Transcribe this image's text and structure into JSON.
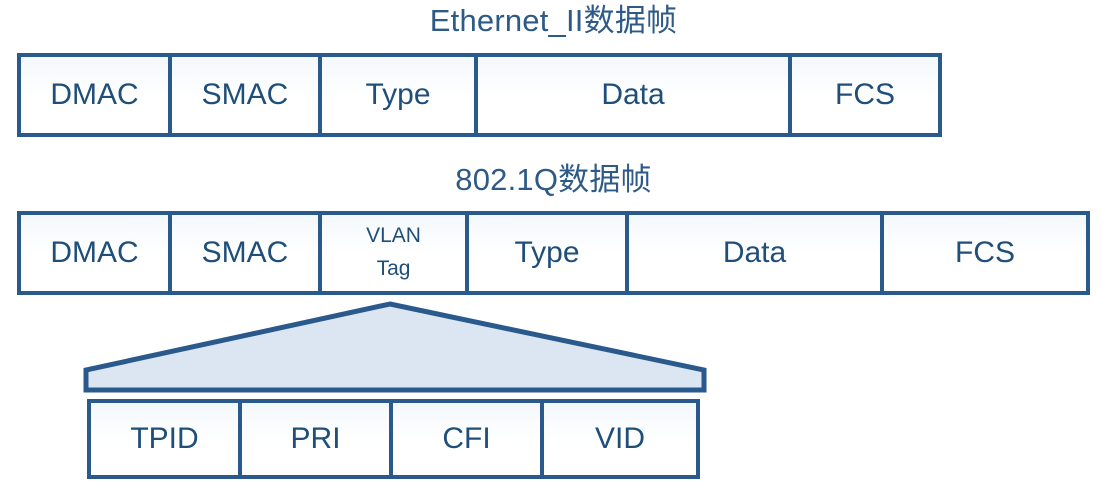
{
  "diagram": {
    "type": "network-frame-format",
    "palette": {
      "border": "#2A5A8C",
      "text": "#1F4E79",
      "title": "#2E5A87",
      "callout_fill": "#DCE6F2",
      "callout_stroke": "#2A5A8C",
      "cell_background": "#FFFFFF",
      "page_background": "#FFFFFF"
    },
    "ethernet_frame": {
      "title": "Ethernet_II数据帧",
      "fields": [
        {
          "label": "DMAC"
        },
        {
          "label": "SMAC"
        },
        {
          "label": "Type"
        },
        {
          "label": "Data"
        },
        {
          "label": "FCS"
        }
      ]
    },
    "dot1q_frame": {
      "title": "802.1Q数据帧",
      "fields": [
        {
          "label": "DMAC"
        },
        {
          "label": "SMAC"
        },
        {
          "label": "VLAN Tag",
          "line1": "VLAN",
          "line2": "Tag",
          "two_line": true
        },
        {
          "label": "Type"
        },
        {
          "label": "Data"
        },
        {
          "label": "FCS"
        }
      ]
    },
    "vlan_tag_detail": {
      "expands_from": "VLAN Tag",
      "fields": [
        {
          "label": "TPID"
        },
        {
          "label": "PRI"
        },
        {
          "label": "CFI"
        },
        {
          "label": "VID"
        }
      ]
    }
  }
}
